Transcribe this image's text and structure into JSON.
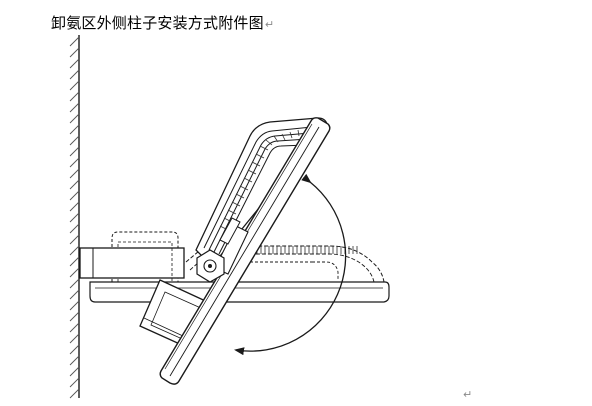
{
  "document": {
    "title": "卸氨区外侧柱子安装方式附件图",
    "title_mark": "↵",
    "end_mark": "↵"
  },
  "diagram": {
    "type": "technical-drawing",
    "subject": "floodlight-side-mount",
    "stroke_color": "#1a1a1a",
    "hatch_color": "#555555",
    "background": "#ffffff"
  }
}
